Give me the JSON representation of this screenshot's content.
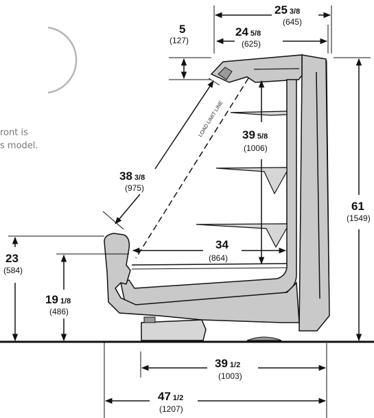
{
  "note": {
    "line1": "ront is",
    "line2": "s model."
  },
  "load_limit_label": "LOAD LIMIT LINE",
  "dimensions": [
    {
      "id": "overall-depth-top",
      "whole": "25",
      "fraction": "3/8",
      "metric": "(645)"
    },
    {
      "id": "inner-depth-top",
      "whole": "24",
      "fraction": "5/8",
      "metric": "(625)"
    },
    {
      "id": "top-offset",
      "whole": "5",
      "fraction": "",
      "metric": "(127)"
    },
    {
      "id": "shelf-height",
      "whole": "39",
      "fraction": "5/8",
      "metric": "(1006)"
    },
    {
      "id": "diagonal-opening",
      "whole": "38",
      "fraction": "3/8",
      "metric": "(975)"
    },
    {
      "id": "overall-height",
      "whole": "61",
      "fraction": "",
      "metric": "(1549)"
    },
    {
      "id": "deck-depth",
      "whole": "34",
      "fraction": "",
      "metric": "(864)"
    },
    {
      "id": "front-height",
      "whole": "23",
      "fraction": "",
      "metric": "(584)"
    },
    {
      "id": "deck-height",
      "whole": "19",
      "fraction": "1/8",
      "metric": "(486)"
    },
    {
      "id": "base-depth",
      "whole": "39",
      "fraction": "1/2",
      "metric": "(1003)"
    },
    {
      "id": "overall-depth-bottom",
      "whole": "47",
      "fraction": "1/2",
      "metric": "(1207)"
    }
  ],
  "colors": {
    "cabinet": "#c9c9c9",
    "cabinet_dark": "#9a9a9a",
    "line": "#111111",
    "shelf": "#d6d6d6"
  }
}
